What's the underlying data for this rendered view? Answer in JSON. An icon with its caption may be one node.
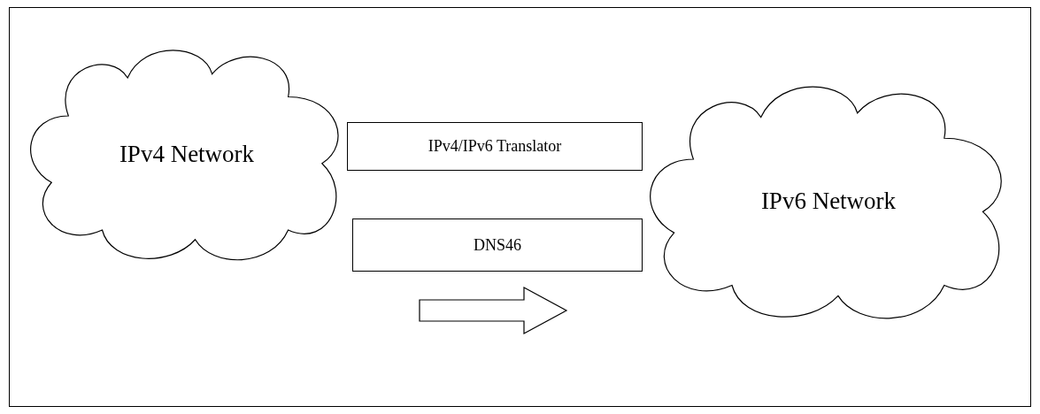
{
  "diagram": {
    "nodes": [
      {
        "text": [
          "IPv4 Network"
        ]
      },
      {
        "text": [
          "IPv4/IPv6 Translator"
        ]
      },
      {
        "text": [
          "DNS46"
        ]
      },
      {
        "text": [
          "IPv6 Network"
        ]
      }
    ]
  }
}
